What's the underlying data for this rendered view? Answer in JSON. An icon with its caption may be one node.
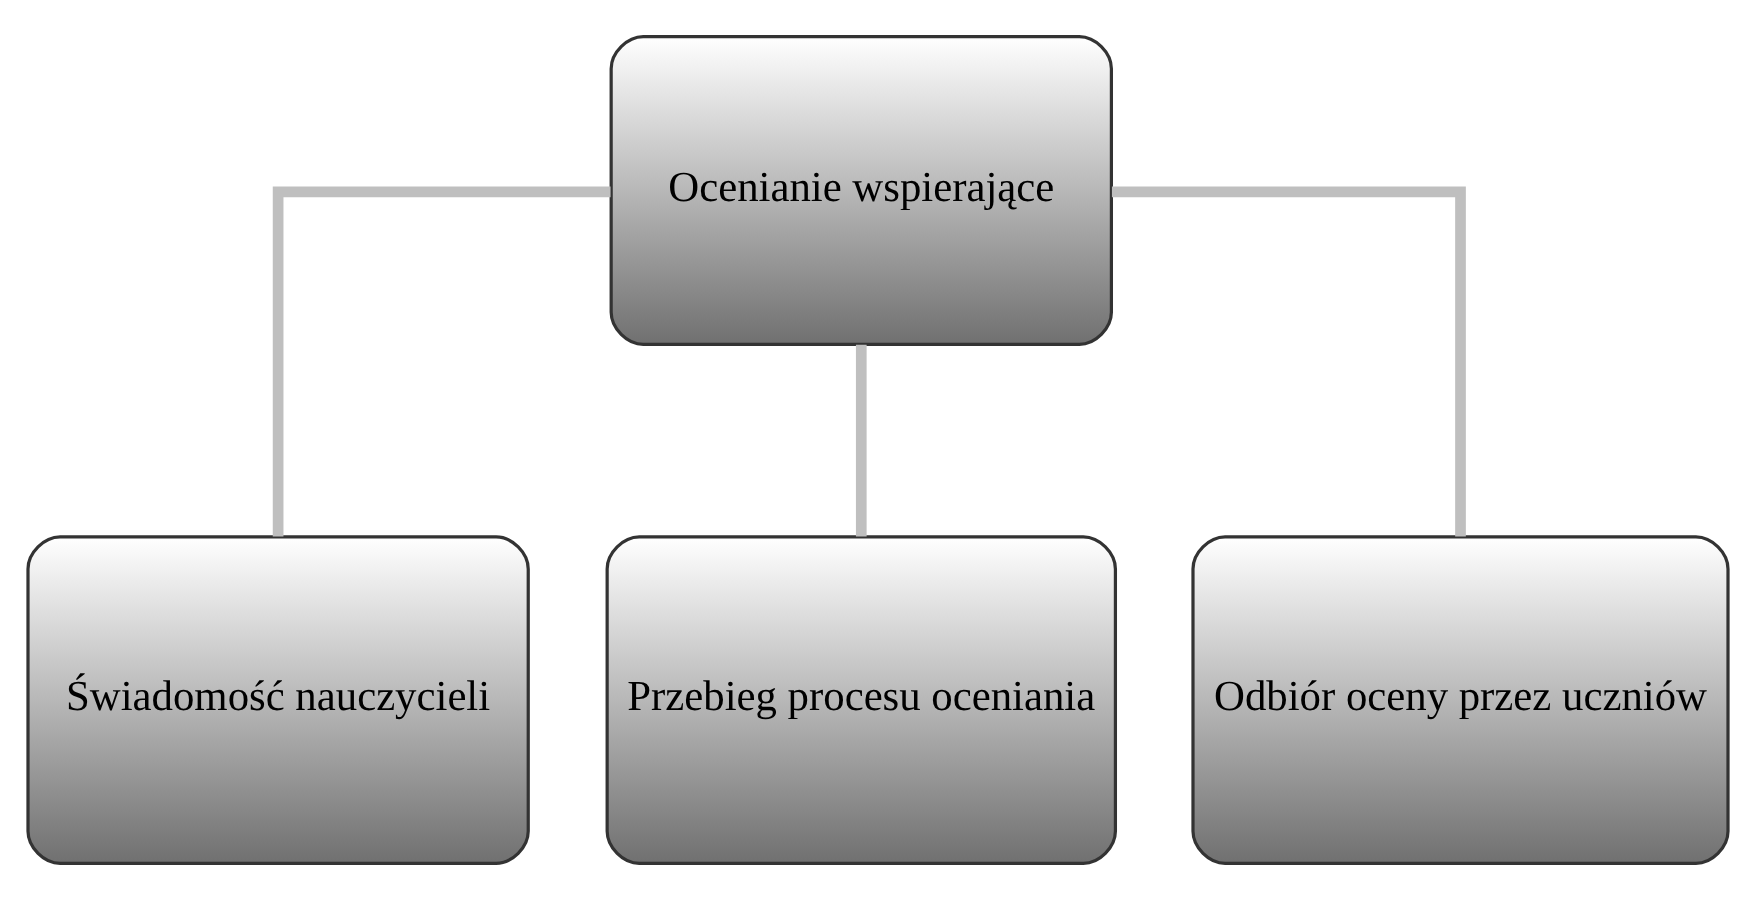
{
  "diagram": {
    "nodes": [
      {
        "text": [
          "Ocenianie wspierające"
        ]
      },
      {
        "text": [
          "Świadomość nauczycieli"
        ]
      },
      {
        "text": [
          "Przebieg procesu oceniania"
        ]
      },
      {
        "text": [
          "Odbiór oceny przez uczniów"
        ]
      }
    ],
    "edges": [
      {
        "from": 0,
        "to": 1,
        "arrow": "none"
      },
      {
        "from": 0,
        "to": 2,
        "arrow": "none"
      },
      {
        "from": 0,
        "to": 3,
        "arrow": "none"
      }
    ]
  }
}
